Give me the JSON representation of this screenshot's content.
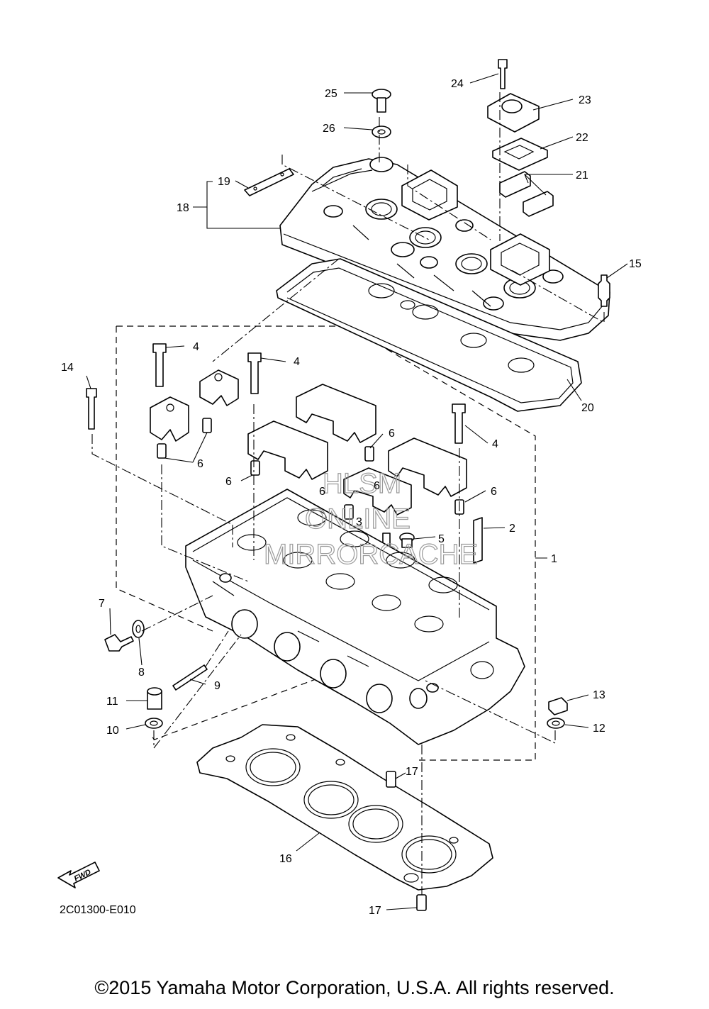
{
  "diagram_code": "2C01300-E010",
  "copyright": "©2015 Yamaha Motor Corporation, U.S.A. All rights reserved.",
  "watermark": {
    "line1": "HLSM",
    "line2": "ONLINE",
    "line3": "MIRRORCACHE"
  },
  "fwd_label": "FWD",
  "callouts": {
    "c1": "1",
    "c2": "2",
    "c3": "3",
    "c4a": "4",
    "c4b": "4",
    "c4c": "4",
    "c5": "5",
    "c6a": "6",
    "c6b": "6",
    "c6c": "6",
    "c6d": "6",
    "c6e": "6",
    "c6f": "6",
    "c7": "7",
    "c8": "8",
    "c9": "9",
    "c10": "10",
    "c11": "11",
    "c12": "12",
    "c13": "13",
    "c14": "14",
    "c15": "15",
    "c16": "16",
    "c17a": "17",
    "c17b": "17",
    "c18": "18",
    "c19": "19",
    "c20": "20",
    "c21": "21",
    "c22": "22",
    "c23": "23",
    "c24": "24",
    "c25": "25",
    "c26": "26"
  }
}
